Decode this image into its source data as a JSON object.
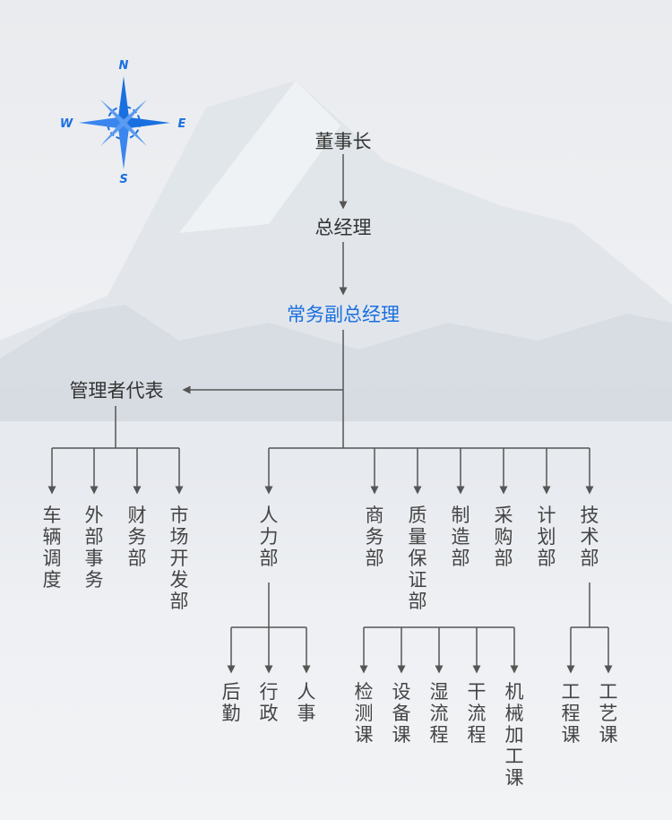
{
  "compass": {
    "n": "N",
    "s": "S",
    "e": "E",
    "w": "W"
  },
  "top": [
    "董事长",
    "总经理",
    "常务副总经理"
  ],
  "rep": "管理者代表",
  "rep_children": [
    "车辆调度",
    "外部事务",
    "财务部",
    "市场开发部"
  ],
  "departments": [
    "人力部",
    "商务部",
    "质量保证部",
    "制造部",
    "采购部",
    "计划部",
    "技术部"
  ],
  "hr_children": [
    "后勤",
    "行政",
    "人事"
  ],
  "mfg_children": [
    "检测课",
    "设备课",
    "湿流程",
    "干流程",
    "机械加工课"
  ],
  "tech_children": [
    "工程课",
    "工艺课"
  ],
  "colors": {
    "accent": "#1a6fe0",
    "text": "#333333",
    "line": "#555555"
  }
}
